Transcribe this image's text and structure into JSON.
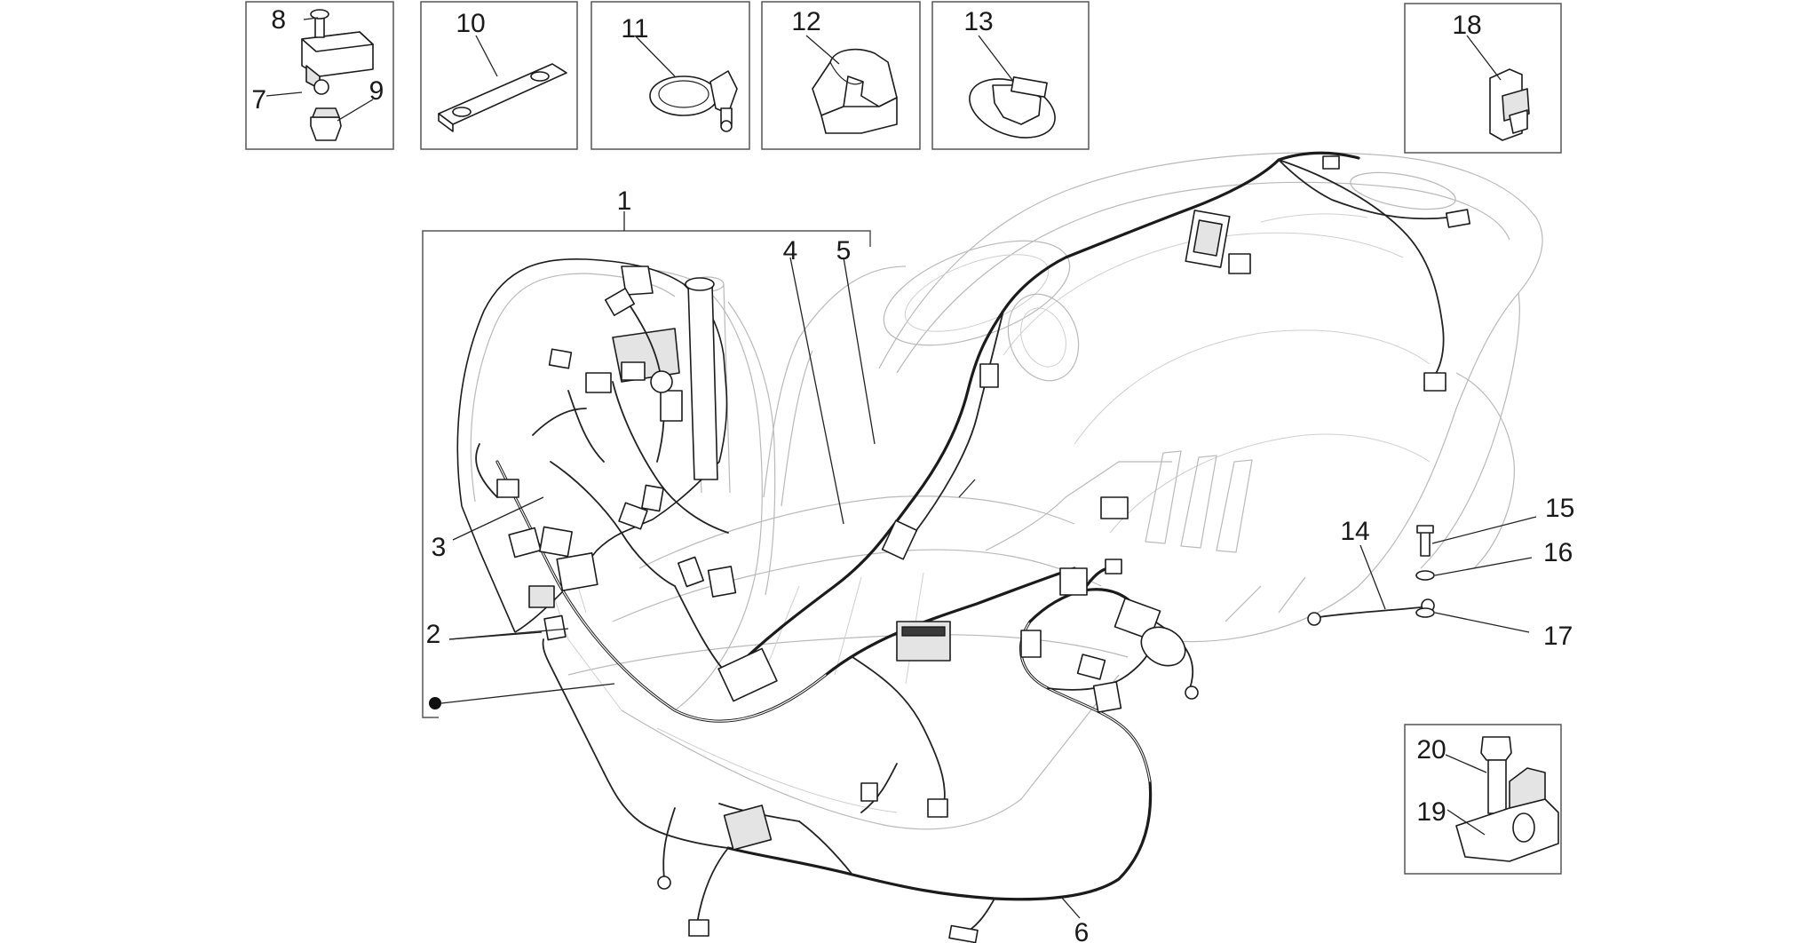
{
  "callouts": {
    "c1": "1",
    "c2": "2",
    "c3": "3",
    "c4": "4",
    "c5": "5",
    "c6": "6",
    "c7": "7",
    "c8": "8",
    "c9": "9",
    "c10": "10",
    "c11": "11",
    "c12": "12",
    "c13": "13",
    "c14": "14",
    "c15": "15",
    "c16": "16",
    "c17": "17",
    "c18": "18",
    "c19": "19",
    "c20": "20"
  },
  "colors": {
    "line": "#1b1b1b",
    "ghost": "#b9b9b9",
    "frame": "#555555"
  }
}
